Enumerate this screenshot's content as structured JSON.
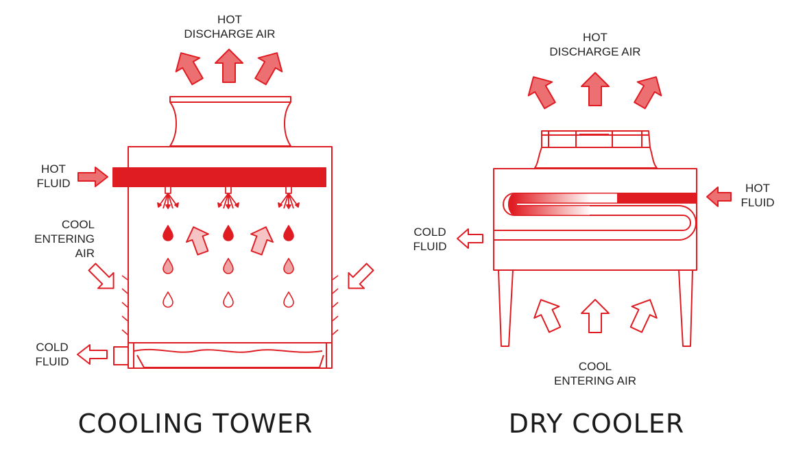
{
  "colors": {
    "primary": "#e01c23",
    "light_fill": "#f0a3a3",
    "pale_fill": "#f9dada",
    "text": "#222222"
  },
  "cooling_tower": {
    "title": "COOLING TOWER",
    "labels": {
      "discharge_line1": "HOT",
      "discharge_line2": "DISCHARGE AIR",
      "hot_fluid_line1": "HOT",
      "hot_fluid_line2": "FLUID",
      "cool_air_line1": "COOL",
      "cool_air_line2": "ENTERING",
      "cool_air_line3": "AIR",
      "cold_fluid_line1": "COLD",
      "cold_fluid_line2": "FLUID"
    }
  },
  "dry_cooler": {
    "title": "DRY COOLER",
    "labels": {
      "discharge_line1": "HOT",
      "discharge_line2": "DISCHARGE AIR",
      "hot_fluid_line1": "HOT",
      "hot_fluid_line2": "FLUID",
      "cold_fluid_line1": "COLD",
      "cold_fluid_line2": "FLUID",
      "cool_air_line1": "COOL",
      "cool_air_line2": "ENTERING AIR"
    }
  }
}
